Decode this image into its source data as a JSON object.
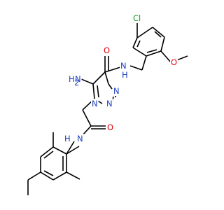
{
  "molecule": {
    "atoms": [
      {
        "id": "cl",
        "text": "Cl",
        "color": "#1a9e1a"
      },
      {
        "id": "o1",
        "text": "O",
        "color": "#e8000b"
      },
      {
        "id": "nh1",
        "text": "N",
        "color": "#1f3fbf",
        "h": "H"
      },
      {
        "id": "o2",
        "text": "O",
        "color": "#e8000b"
      },
      {
        "id": "nh2a",
        "text": "H",
        "color": "#1f3fbf"
      },
      {
        "id": "nh2b",
        "text": "N",
        "color": "#1f3fbf"
      },
      {
        "id": "n1",
        "text": "N",
        "color": "#1f3fbf"
      },
      {
        "id": "n2",
        "text": "N",
        "color": "#1f3fbf"
      },
      {
        "id": "n3",
        "text": "N",
        "color": "#1f3fbf"
      },
      {
        "id": "o3",
        "text": "O",
        "color": "#e8000b"
      },
      {
        "id": "nh3",
        "text": "N",
        "color": "#1f3fbf",
        "h": "H"
      }
    ],
    "subscript": "2"
  }
}
